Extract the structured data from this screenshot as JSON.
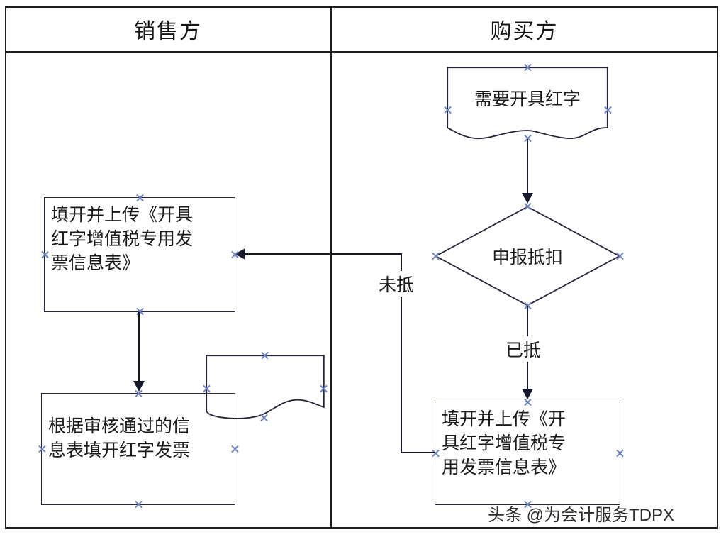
{
  "table": {
    "columns": [
      {
        "header": "销售方"
      },
      {
        "header": "购买方"
      }
    ]
  },
  "flow": {
    "nodes": {
      "need_red_invoice": {
        "label": "需要开具红字",
        "shape": "document"
      },
      "declare_deduction": {
        "label": "申报抵扣",
        "shape": "diamond"
      },
      "buyer_fill_upload": {
        "label": "填开并上传《开具红字增值税专用发票信息表》",
        "lines": [
          "填开并上传《开",
          "具红字增值税专",
          "用发票信息表》"
        ],
        "shape": "rectangle"
      },
      "seller_fill_upload": {
        "label": "填开并上传《开具红字增值税专用发票信息表》",
        "lines": [
          "填开并上传《开具",
          "红字增值税专用发",
          "票信息表》"
        ],
        "shape": "rectangle"
      },
      "seller_issue_invoice": {
        "label": "根据审核通过的信息表填开红字发票",
        "lines": [
          "根据审核通过的信",
          "息表填开红字发票"
        ],
        "shape": "rectangle"
      },
      "doc_overlay": {
        "label": "",
        "shape": "document"
      }
    },
    "edges": [
      {
        "name": "need-to-decision",
        "label": ""
      },
      {
        "name": "decision-deducted",
        "label": "已抵"
      },
      {
        "name": "decision-not-deducted",
        "label": "未抵"
      },
      {
        "name": "seller-form-to-invoice",
        "label": ""
      }
    ]
  },
  "watermark": {
    "text": "头条 @为会计服务TDPX"
  },
  "colors": {
    "line": "#18182c",
    "border": "#1b1b1b",
    "handle": "#6e82c8",
    "text": "#1a1a1a",
    "background": "#ffffff"
  }
}
